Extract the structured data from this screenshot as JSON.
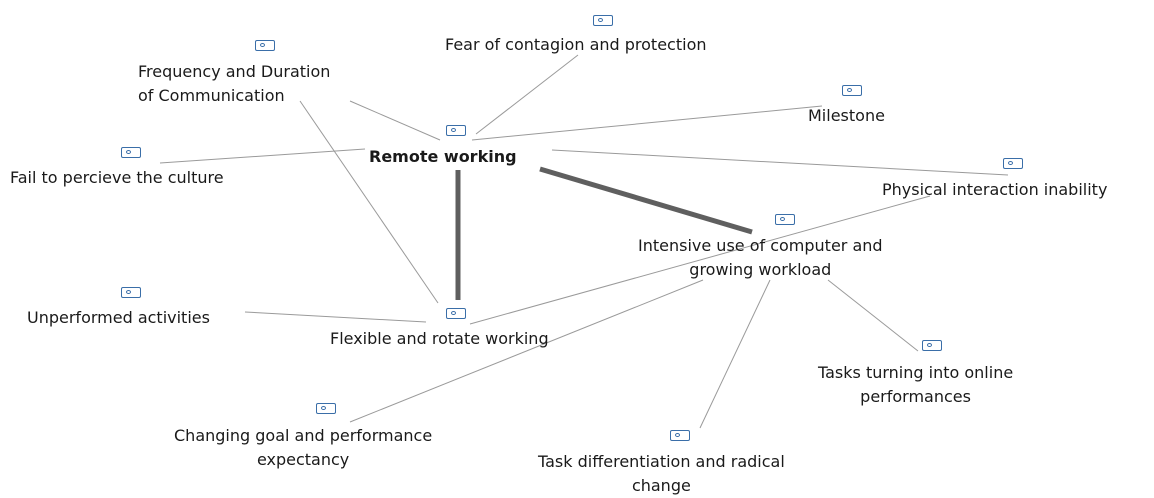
{
  "center": {
    "label": "Remote working"
  },
  "nodes": [
    {
      "key": "fear",
      "label": "Fear of contagion and protection"
    },
    {
      "key": "freq",
      "label": "Frequency and Duration\nof Communication"
    },
    {
      "key": "milestone",
      "label": "Milestone"
    },
    {
      "key": "fail",
      "label": "Fail to percieve the culture"
    },
    {
      "key": "physical",
      "label": "Physical interaction inability"
    },
    {
      "key": "intensive",
      "label": "Intensive use of computer and\ngrowing workload"
    },
    {
      "key": "unperformed",
      "label": "Unperformed activities"
    },
    {
      "key": "flexible",
      "label": "Flexible and rotate working"
    },
    {
      "key": "tasks_online",
      "label": "Tasks turning into online\nperformances"
    },
    {
      "key": "changing",
      "label": "Changing goal and performance\nexpectancy"
    },
    {
      "key": "task_diff",
      "label": "Task differentiation and radical\nchange"
    }
  ],
  "colors": {
    "icon": "#3a6ea8",
    "thin_line": "#9a9a9a",
    "thick_line": "#5f5f5f",
    "text": "#1a1a1a"
  }
}
